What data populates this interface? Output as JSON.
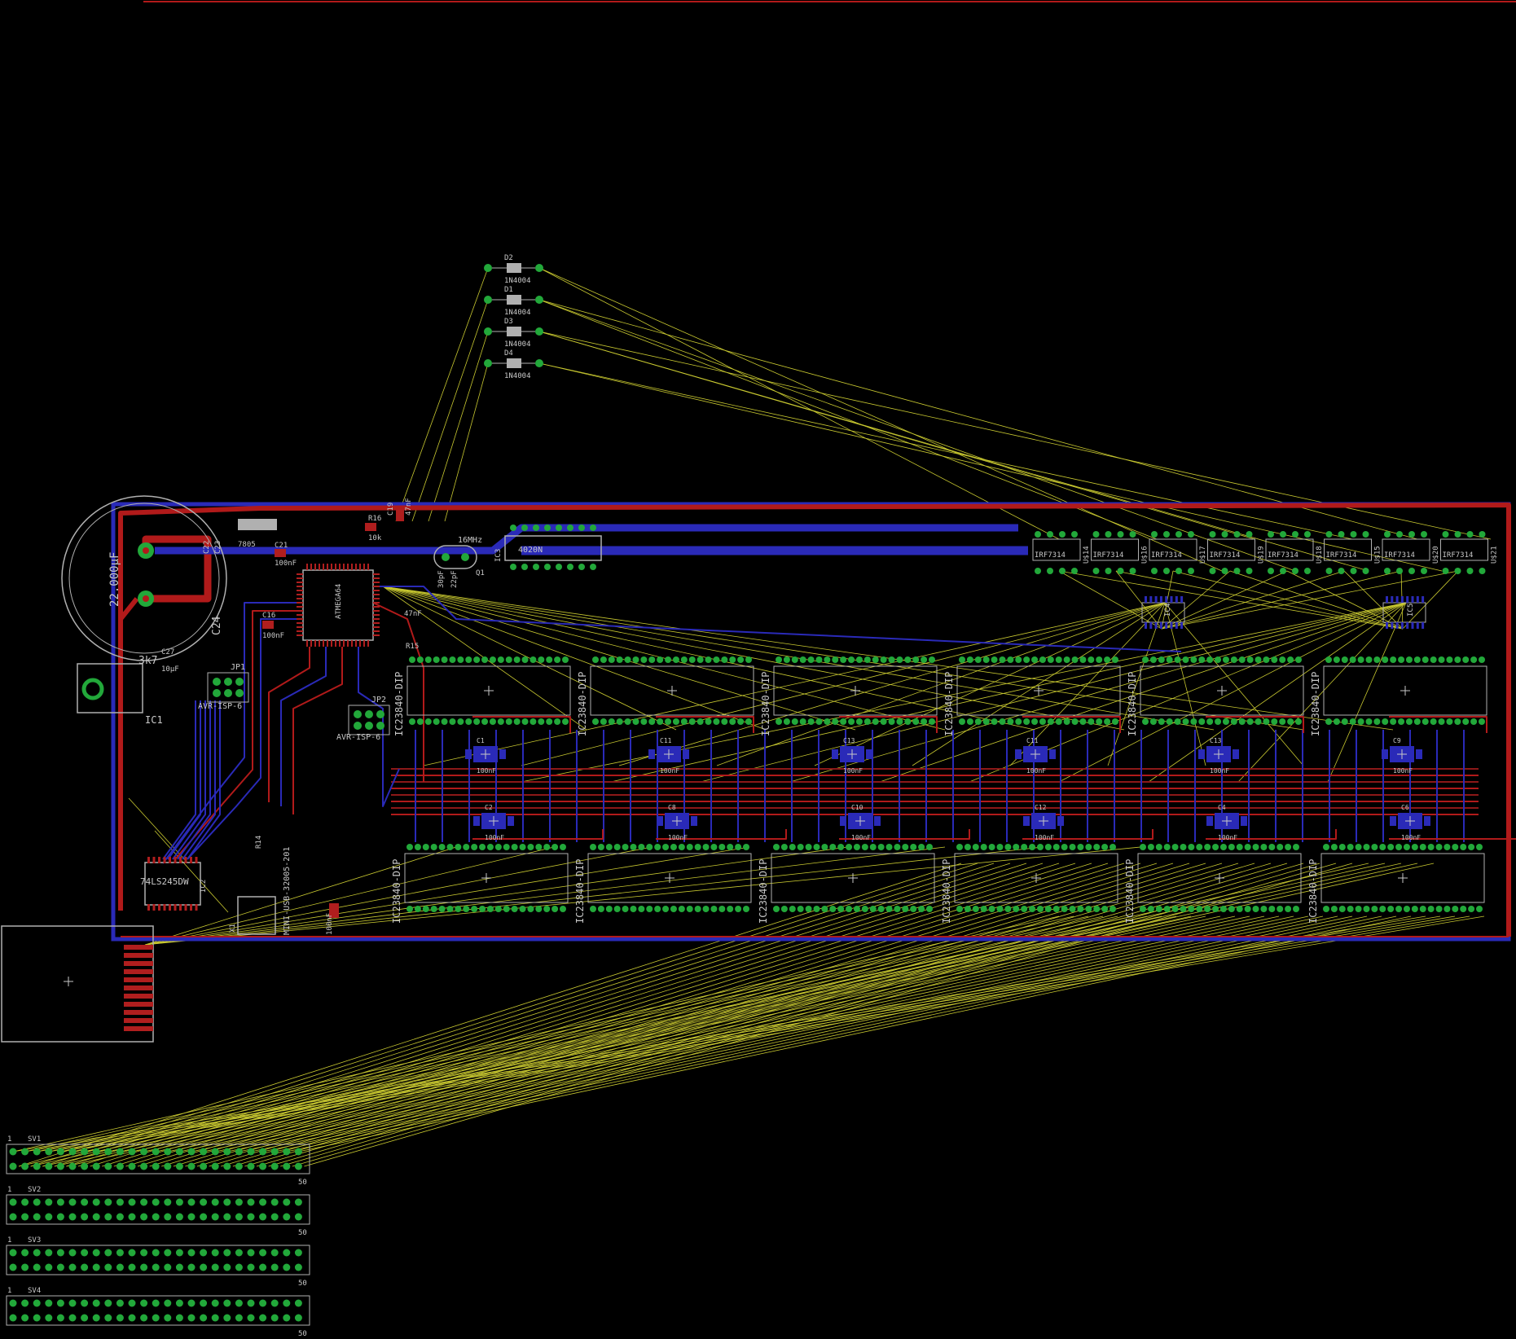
{
  "colors": {
    "background": "#000000",
    "top_copper": "#b11a1a",
    "bottom_copper": "#2a2ab8",
    "pad": "#22a83a",
    "airwire": "#c8c830",
    "silkscreen": "#c8c8c8",
    "outline": "#b0b0b0"
  },
  "diodes": [
    {
      "name": "D2",
      "value": "1N4004"
    },
    {
      "name": "D1",
      "value": "1N4004"
    },
    {
      "name": "D3",
      "value": "1N4004"
    },
    {
      "name": "D4",
      "value": "1N4004"
    }
  ],
  "labels": {
    "cap_big": "22.000µF",
    "c22": "C22",
    "c23": "C23",
    "v805": "7805",
    "c21": "C21",
    "c21v": "100nF",
    "r16": "R16",
    "r16v": "10k",
    "c19": "C19",
    "c19v": "47nF",
    "xtal": "16MHz",
    "q1": "Q1",
    "ic3": "IC3",
    "ic3v": "4020N",
    "mcu": "ATMEGA64",
    "c16": "C16",
    "c16v": "100nF",
    "c24": "C24",
    "c27": "C27",
    "c27v": "10µF",
    "ic1": "IC1",
    "r3": "3k7",
    "jp1": "JP1",
    "jp1v": "AVR-ISP-6",
    "jp2": "JP2",
    "jp2v": "AVR-ISP-6",
    "ic2v": "74LS245DW",
    "ic2": "IC2",
    "usb": "MINI-USB-32005-201",
    "x1": "X1",
    "c17v": "100nF",
    "r14": "R14",
    "ic4": "IC4",
    "ic5": "IC5",
    "c30": "30pF",
    "c31": "22pF",
    "c20": "47nF",
    "r15": "R15"
  },
  "irf": [
    {
      "name": "U$14",
      "value": "IRF7314"
    },
    {
      "name": "U$16",
      "value": "IRF7314"
    },
    {
      "name": "U$17",
      "value": "IRF7314"
    },
    {
      "name": "U$19",
      "value": "IRF7314"
    },
    {
      "name": "U$18",
      "value": "IRF7314"
    },
    {
      "name": "U$15",
      "value": "IRF7314"
    },
    {
      "name": "U$20",
      "value": "IRF7314"
    },
    {
      "name": "U$21",
      "value": "IRF7314"
    }
  ],
  "ics_top": [
    "IC23840-DIP",
    "IC23840-DIP",
    "IC23840-DIP",
    "IC23840-DIP",
    "IC23840-DIP",
    "IC23840-DIP"
  ],
  "ics_bottom": [
    "IC23840-DIP",
    "IC23840-DIP",
    "IC23840-DIP",
    "IC23840-DIP",
    "IC23840-DIP",
    "IC23840-DIP"
  ],
  "caps_upper": [
    {
      "name": "C1",
      "value": "100nF"
    },
    {
      "name": "C11",
      "value": "100nF"
    },
    {
      "name": "C13",
      "value": "100nF"
    },
    {
      "name": "C11",
      "value": "100nF"
    },
    {
      "name": "C13",
      "value": "100nF"
    },
    {
      "name": "C9",
      "value": "100nF"
    }
  ],
  "caps_lower": [
    {
      "name": "C2",
      "value": "100nF"
    },
    {
      "name": "C8",
      "value": "100nF"
    },
    {
      "name": "C10",
      "value": "100nF"
    },
    {
      "name": "C12",
      "value": "100nF"
    },
    {
      "name": "C4",
      "value": "100nF"
    },
    {
      "name": "C6",
      "value": "100nF"
    }
  ],
  "connectors": [
    {
      "name": "SV1",
      "first_pin": "1",
      "last_pin": "50"
    },
    {
      "name": "SV2",
      "first_pin": "1",
      "last_pin": "50"
    },
    {
      "name": "SV3",
      "first_pin": "1",
      "last_pin": "50"
    },
    {
      "name": "SV4",
      "first_pin": "1",
      "last_pin": "50"
    }
  ]
}
